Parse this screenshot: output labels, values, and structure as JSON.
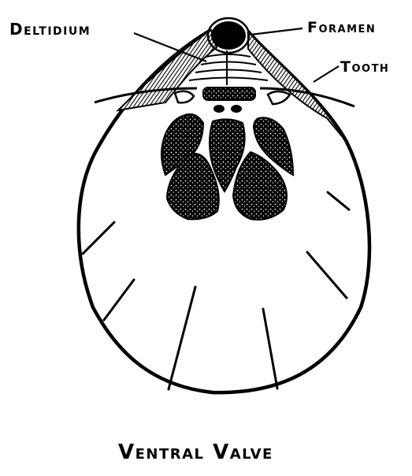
{
  "labels": {
    "deltidium": "Deltidium",
    "foramen": "Foramen",
    "tooth": "Tooth"
  },
  "caption": "Ventral Valve"
}
